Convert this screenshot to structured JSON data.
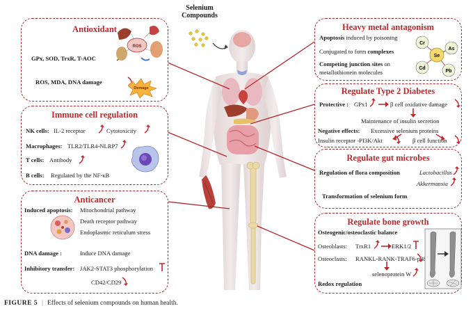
{
  "center": {
    "compound_title_line1": "Selenium",
    "compound_title_line2": "Compounds"
  },
  "antioxidant": {
    "title": "Antioxidant",
    "line1": "GPx, SOD, TrxR, T-AOC",
    "line2": "ROS, MDA, DNA damage",
    "ros_label": "ROS",
    "damage_label": "Demage"
  },
  "immune": {
    "title": "Immune cell regulation",
    "nk_label": "NK cells:",
    "nk_text1": "IL-2 receptor",
    "nk_text2": "Cytotoxicity",
    "mac_label": "Macrophages:",
    "mac_text": "TLR2/TLR4-NLRP7",
    "t_label": "T cells:",
    "t_text": "Antibody",
    "b_label": "B cells:",
    "b_text": "Regulated by the NF-κB"
  },
  "anticancer": {
    "title": "Anticancer",
    "apoptosis_label": "Induced apoptosis:",
    "path1": "Mitochondrial pathway",
    "path2": "Death receptor pathway",
    "path3": "Endoplasmic reticulum stress",
    "dna_label": "DNA damage :",
    "dna_text": "Induce DNA damage",
    "inhib_label": "Inhibitory transfer:",
    "inhib_text1": "JAK2-STAT3 phosphorylation",
    "inhib_text2": "CD42/CD29"
  },
  "heavy": {
    "title": "Heavy metal antagonism",
    "line1_b": "Apoptosis",
    "line1_r": " induced by poisoning",
    "line2_r": "Conjugated to form ",
    "line2_b": "complexes",
    "line3_b": "Competing junction sites",
    "line3_r": " on",
    "line4": "metallothionein molecules",
    "elements": [
      "Cr",
      "Se",
      "As",
      "Cd",
      "Pb"
    ]
  },
  "diabetes": {
    "title": "Regulate Type 2 Diabetes",
    "protective_label": "Protective :",
    "protective_text": "GPx1",
    "beta_damage": "β cell oxidative damage",
    "maintenance": "Maintenance of insulin secretion",
    "negative_label": "Negative effects:",
    "negative_text": "Excessive selenium proteins",
    "insulin_receptor": "Insulin receptor -PI3K/Akt",
    "beta_function": "β cell function"
  },
  "gut": {
    "title": "Regulate gut microbes",
    "flora_label": "Regulation of flora composition",
    "lacto": "Lactobacillus",
    "akker": "Akkermansia",
    "transform": "Transformation of selenium form"
  },
  "bone": {
    "title": "Regulate bone growth",
    "balance": "Osteogenic/osteoclastic balance",
    "osteoblasts_label": "Osteoblasts:",
    "trxr1": "TrxR1",
    "erk": "ERK1/2",
    "osteoclasts_label": "Osteoclasts:",
    "rankl": "RANKL-RANK-TRAF6-p38",
    "selenoprotein": "selenoprotein W",
    "redox": "Redox regulation"
  },
  "caption": {
    "figure_label": "FIGURE 5",
    "text": "Effects of selenium compounds on human health."
  }
}
